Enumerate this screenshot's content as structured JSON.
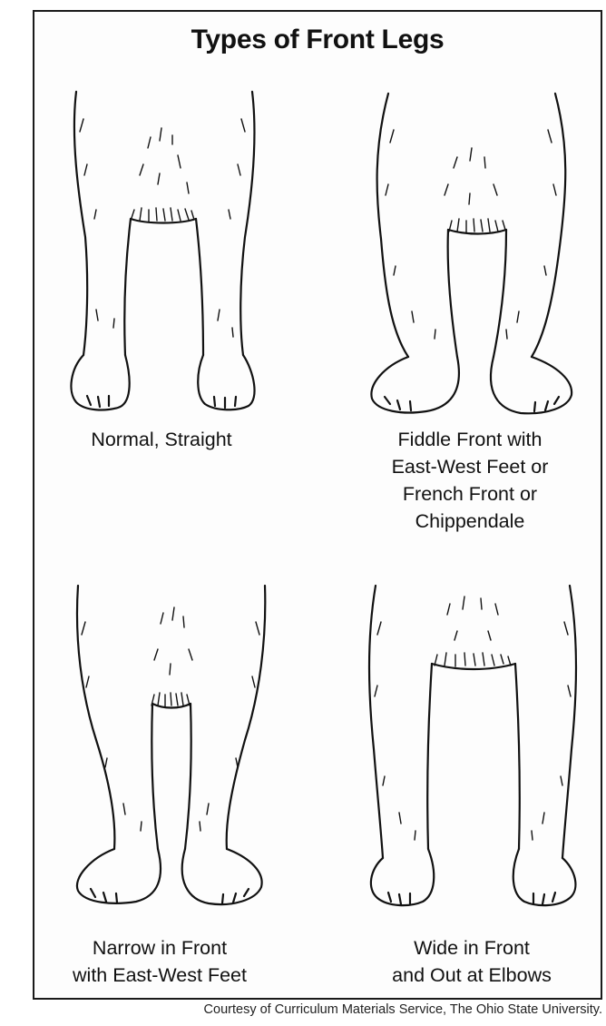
{
  "title": "Types of Front Legs",
  "panels": [
    {
      "caption_lines": [
        "Normal, Straight"
      ],
      "figure": "normal-straight-legs-drawing"
    },
    {
      "caption_lines": [
        "Fiddle Front with",
        "East-West Feet or",
        "French Front or",
        "Chippendale"
      ],
      "figure": "fiddle-front-legs-drawing"
    },
    {
      "caption_lines": [
        "Narrow in Front",
        "with East-West Feet"
      ],
      "figure": "narrow-front-legs-drawing"
    },
    {
      "caption_lines": [
        "Wide in Front",
        "and Out at Elbows"
      ],
      "figure": "wide-front-legs-drawing"
    }
  ],
  "credit": "Courtesy of Curriculum Materials Service, The Ohio State University."
}
